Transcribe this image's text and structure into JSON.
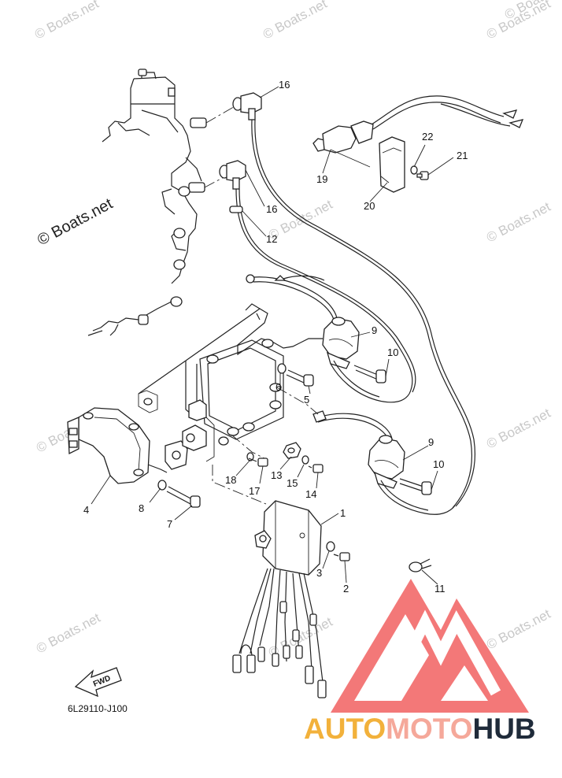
{
  "watermark": {
    "text": "© Boats.net",
    "main_text": "© Boats.net"
  },
  "part_labels": [
    "1",
    "2",
    "3",
    "4",
    "5",
    "6",
    "7",
    "8",
    "9",
    "9",
    "10",
    "10",
    "11",
    "12",
    "13",
    "14",
    "15",
    "16",
    "16",
    "17",
    "18",
    "19",
    "20",
    "21",
    "22"
  ],
  "drawing_code": "6L29110-J100",
  "fwd_label": "FWD",
  "brand": {
    "part1": "AUTO",
    "part2": "MOTO",
    "part3": "HUB",
    "color1": "#f2b13b",
    "color2": "#f5a89a",
    "color3": "#1f2b3a",
    "logo_color": "#ef4b4b"
  }
}
